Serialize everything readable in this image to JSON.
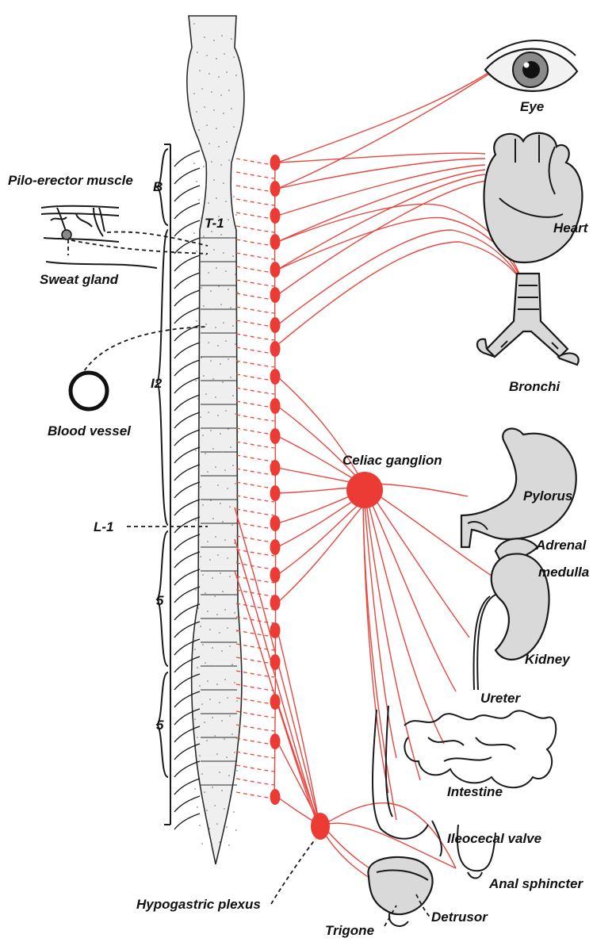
{
  "labels": {
    "eye": "Eye",
    "heart": "Heart",
    "bronchi": "Bronchi",
    "pylorus": "Pylorus",
    "adrenal": "Adrenal",
    "medulla": "medulla",
    "kidney": "Kidney",
    "ureter": "Ureter",
    "intestine": "Intestine",
    "ileocecal": "Ileocecal valve",
    "anal": "Anal sphincter",
    "detrusor": "Detrusor",
    "trigone": "Trigone",
    "hypogastric": "Hypogastric plexus",
    "celiac": "Celiac ganglion",
    "pilo": "Pilo-erector muscle",
    "sweat": "Sweat gland",
    "blood": "Blood vessel",
    "t1": "T-1",
    "l1": "L-1",
    "b": "B",
    "i2": "I2",
    "five_a": "5",
    "five_b": "5"
  },
  "colors": {
    "nerve": "#e8463f",
    "ganglion": "#ec3b35",
    "ink": "#1a1a1a",
    "organ_fill": "#d9d9d9"
  }
}
